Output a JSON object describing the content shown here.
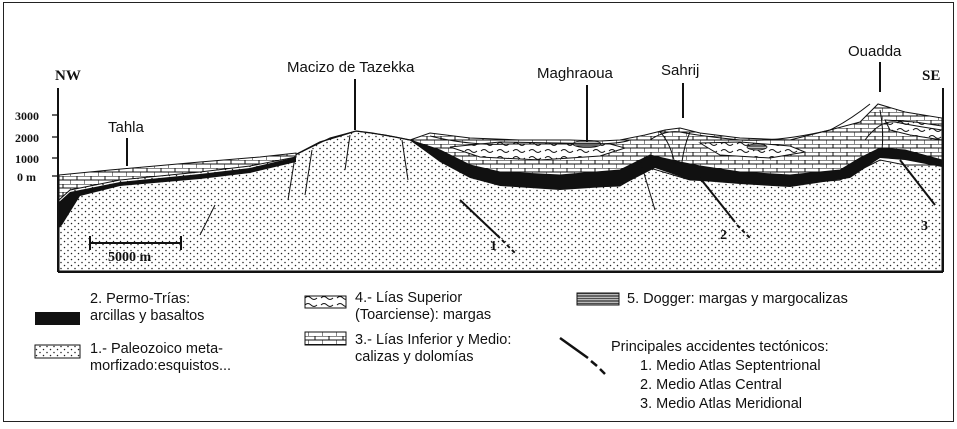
{
  "directions": {
    "left": "NW",
    "right": "SE"
  },
  "elevation_axis": [
    "3000",
    "2000",
    "1000",
    "0 m"
  ],
  "peaks": {
    "tahla": "Tahla",
    "tazekka": "Macizo de Tazekka",
    "maghraoua": "Maghraoua",
    "sahrij": "Sahrij",
    "ouadda": "Ouadda"
  },
  "faults": [
    "1",
    "2",
    "3"
  ],
  "scale_bar": "5000 m",
  "legend": {
    "permo_l1": "2. Permo-Trías:",
    "permo_l2": "arcillas y basaltos",
    "paleo_l1": "1.- Paleozoico meta-",
    "paleo_l2": "morfizado:esquistos...",
    "lias_sup_l1": "4.- Lías Superior",
    "lias_sup_l2": "(Toarciense): margas",
    "lias_inf_l1": "3.- Lías Inferior y Medio:",
    "lias_inf_l2": "calizas y dolomías",
    "dogger": "5. Dogger: margas y margocalizas",
    "faults_title": "Principales accidentes tectónicos:",
    "fault_1": "1. Medio Atlas Septentrional",
    "fault_2": "2. Medio Atlas Central",
    "fault_3": "3. Medio Atlas Meridional"
  },
  "colors": {
    "ink": "#111111",
    "fill": "#ffffff"
  }
}
